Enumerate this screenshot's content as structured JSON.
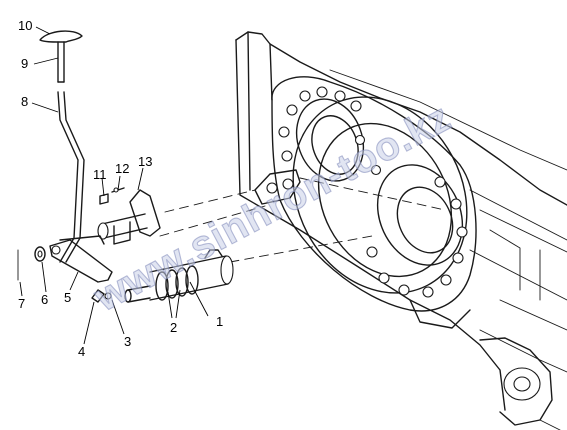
{
  "callouts": [
    {
      "id": "1",
      "label": "1"
    },
    {
      "id": "2",
      "label": "2"
    },
    {
      "id": "3",
      "label": "3"
    },
    {
      "id": "4",
      "label": "4"
    },
    {
      "id": "5",
      "label": "5"
    },
    {
      "id": "6",
      "label": "6"
    },
    {
      "id": "7",
      "label": "7"
    },
    {
      "id": "8",
      "label": "8"
    },
    {
      "id": "9",
      "label": "9"
    },
    {
      "id": "10",
      "label": "10"
    },
    {
      "id": "11",
      "label": "11"
    },
    {
      "id": "12",
      "label": "12"
    },
    {
      "id": "13",
      "label": "13"
    }
  ],
  "watermark": "www.sinhron-too.kz",
  "colors": {
    "ink": "#1a1a1a",
    "watermark": "#7d86b8"
  }
}
